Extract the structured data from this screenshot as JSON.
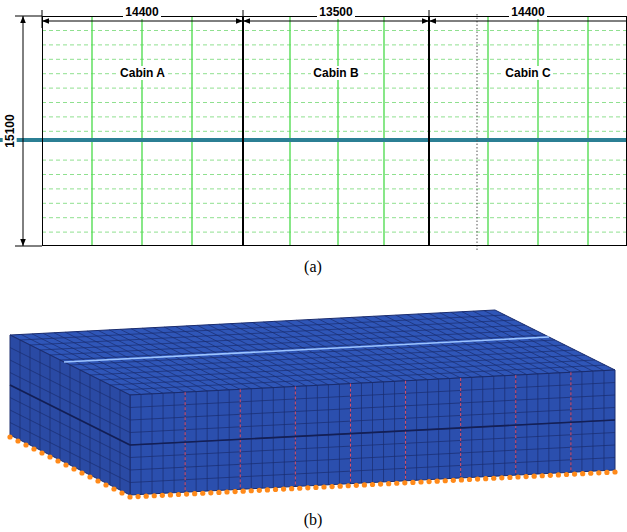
{
  "diagram": {
    "nodes": [
      {
        "text": [
          "Cabin A"
        ]
      },
      {
        "text": [
          "Cabin B"
        ]
      },
      {
        "text": [
          "Cabin C"
        ]
      }
    ],
    "labels": [
      "14400",
      "13500",
      "14400",
      "15100",
      "(a)",
      "(b)"
    ]
  }
}
